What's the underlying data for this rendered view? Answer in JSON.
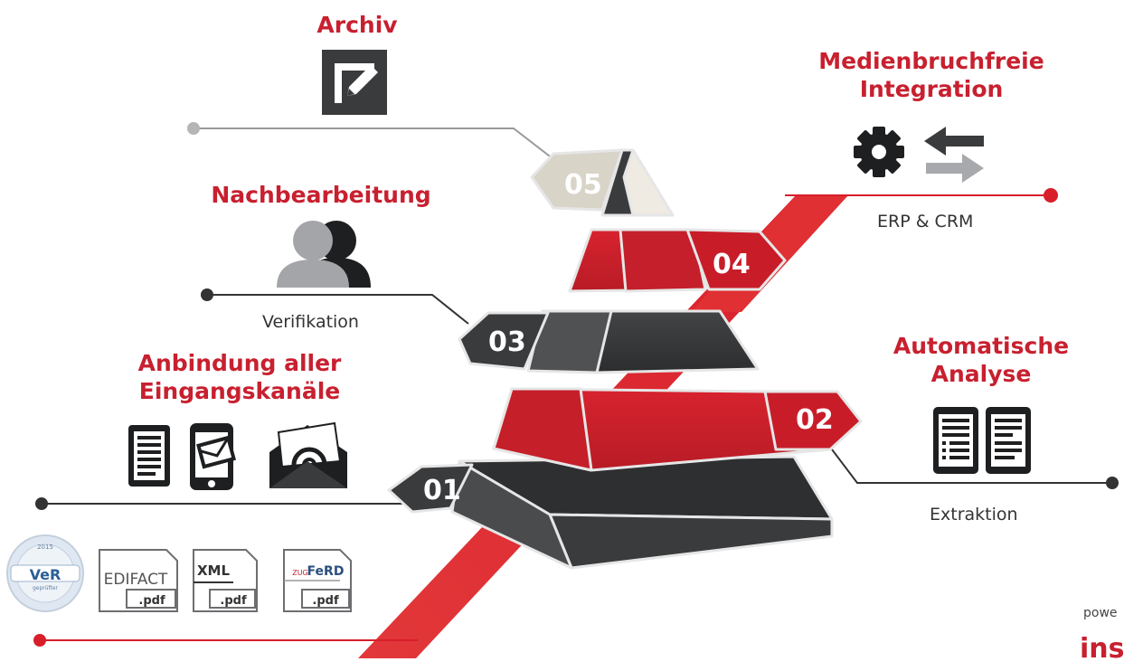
{
  "headings": {
    "archiv": "Archiv",
    "integration": "Medienbruchfreie\nIntegration",
    "nachbearbeitung": "Nachbearbeitung",
    "analyse": "Automatische\nAnalyse",
    "eingang": "Anbindung aller\nEingangskanäle"
  },
  "subs": {
    "erp": "ERP & CRM",
    "verifikation": "Verifikation",
    "extraktion": "Extraktion"
  },
  "steps": {
    "s01": "01",
    "s02": "02",
    "s03": "03",
    "s04": "04",
    "s05": "05"
  },
  "badges": {
    "ver_year": "2015",
    "ver_main": "VeR",
    "ver_sub": "geprüfter",
    "edifact": "EDIFACT",
    "xml": "XML",
    "zugferd_prefix": "ZUG",
    "zugferd": "FeRD",
    "pdf": ".pdf"
  },
  "footer": {
    "powered": "powe",
    "brand": "ins"
  },
  "colors": {
    "red": "#c8202f",
    "dark": "#3a3b3d",
    "grey": "#9d9fa2",
    "beige": "#e4e0d7"
  },
  "icons": [
    "edit-icon",
    "gear-icon",
    "arrows-exchange-icon",
    "users-icon",
    "document-icon",
    "phone-mail-icon",
    "email-at-icon"
  ]
}
